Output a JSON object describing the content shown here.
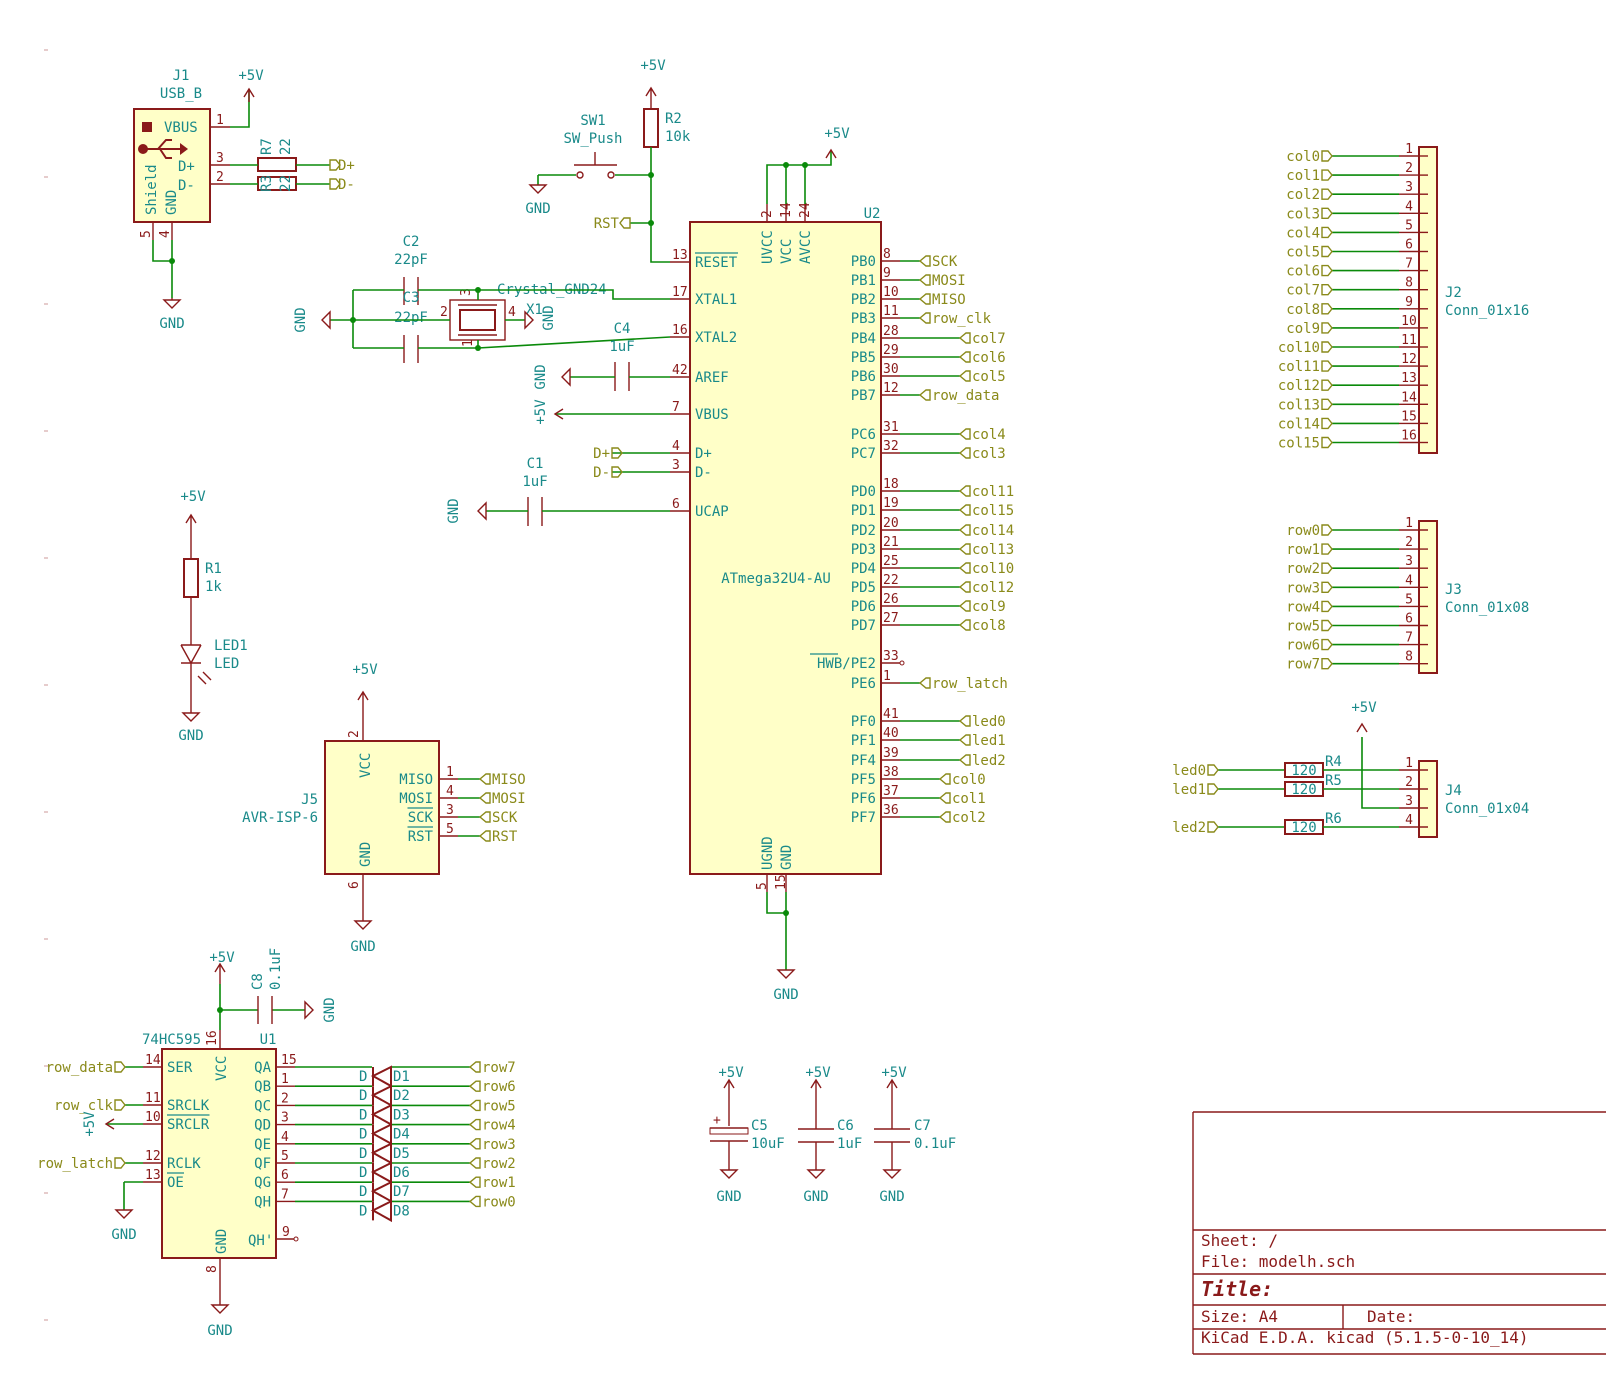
{
  "usb": {
    "ref": "J1",
    "value": "USB_B",
    "vbus": "VBUS",
    "dp": "D+",
    "dm": "D-",
    "shield": "Shield",
    "gnd": "GND",
    "pin1": "1",
    "pin2": "2",
    "pin3": "3",
    "pin4": "4",
    "pin5": "5"
  },
  "r7r3": {
    "r7": "R7",
    "r3": "R3",
    "v1": "22",
    "v2": "22",
    "dp": "D+",
    "dm": "D-"
  },
  "power": {
    "p5v": "+5V",
    "gnd": "GND"
  },
  "sw1": {
    "ref": "SW1",
    "value": "SW_Push",
    "rst": "RST"
  },
  "r2": {
    "ref": "R2",
    "value": "10k"
  },
  "c2": {
    "ref": "C2",
    "value": "22pF"
  },
  "c3": {
    "ref": "C3",
    "value": "22pF"
  },
  "x1": {
    "ref": "X1",
    "value": "Crystal_GND24",
    "p1": "1",
    "p2": "2",
    "p3": "3",
    "p4": "4"
  },
  "c4": {
    "ref": "C4",
    "value": "1uF"
  },
  "c1": {
    "ref": "C1",
    "value": "1uF"
  },
  "r1": {
    "ref": "R1",
    "value": "1k"
  },
  "led1": {
    "ref": "LED1",
    "value": "LED"
  },
  "u2": {
    "ref": "U2",
    "value": "ATmega32U4-AU",
    "top": [
      {
        "n": "UVCC",
        "num": "2"
      },
      {
        "n": "VCC",
        "num": "14"
      },
      {
        "n": "AVCC",
        "num": "24"
      }
    ],
    "left": [
      {
        "n": "RESET",
        "num": "13"
      },
      {
        "n": "XTAL1",
        "num": "17"
      },
      {
        "n": "XTAL2",
        "num": "16"
      },
      {
        "n": "AREF",
        "num": "42"
      },
      {
        "n": "VBUS",
        "num": "7"
      },
      {
        "n": "D+",
        "num": "4"
      },
      {
        "n": "D-",
        "num": "3"
      },
      {
        "n": "UCAP",
        "num": "6"
      }
    ],
    "right": [
      {
        "n": "PB0",
        "num": "8",
        "net": "SCK"
      },
      {
        "n": "PB1",
        "num": "9",
        "net": "MOSI"
      },
      {
        "n": "PB2",
        "num": "10",
        "net": "MISO"
      },
      {
        "n": "PB3",
        "num": "11",
        "net": "row_clk"
      },
      {
        "n": "PB4",
        "num": "28",
        "net": "col7"
      },
      {
        "n": "PB5",
        "num": "29",
        "net": "col6"
      },
      {
        "n": "PB6",
        "num": "30",
        "net": "col5"
      },
      {
        "n": "PB7",
        "num": "12",
        "net": "row_data"
      },
      {
        "n": "PC6",
        "num": "31",
        "net": "col4"
      },
      {
        "n": "PC7",
        "num": "32",
        "net": "col3"
      },
      {
        "n": "PD0",
        "num": "18",
        "net": "col11"
      },
      {
        "n": "PD1",
        "num": "19",
        "net": "col15"
      },
      {
        "n": "PD2",
        "num": "20",
        "net": "col14"
      },
      {
        "n": "PD3",
        "num": "21",
        "net": "col13"
      },
      {
        "n": "PD4",
        "num": "25",
        "net": "col10"
      },
      {
        "n": "PD5",
        "num": "22",
        "net": "col12"
      },
      {
        "n": "PD6",
        "num": "26",
        "net": "col9"
      },
      {
        "n": "PD7",
        "num": "27",
        "net": "col8"
      },
      {
        "n": "HWB/PE2",
        "num": "33",
        "net": ""
      },
      {
        "n": "PE6",
        "num": "1",
        "net": "row_latch"
      },
      {
        "n": "PF0",
        "num": "41",
        "net": "led0"
      },
      {
        "n": "PF1",
        "num": "40",
        "net": "led1"
      },
      {
        "n": "PF4",
        "num": "39",
        "net": "led2"
      },
      {
        "n": "PF5",
        "num": "38",
        "net": "col0"
      },
      {
        "n": "PF6",
        "num": "37",
        "net": "col1"
      },
      {
        "n": "PF7",
        "num": "36",
        "net": "col2"
      }
    ],
    "bottom": [
      {
        "n": "UGND",
        "num": "5"
      },
      {
        "n": "GND",
        "num": "15"
      }
    ]
  },
  "j2": {
    "ref": "J2",
    "value": "Conn_01x16",
    "nets": [
      "col0",
      "col1",
      "col2",
      "col3",
      "col4",
      "col5",
      "col6",
      "col7",
      "col8",
      "col9",
      "col10",
      "col11",
      "col12",
      "col13",
      "col14",
      "col15"
    ],
    "pins": [
      "1",
      "2",
      "3",
      "4",
      "5",
      "6",
      "7",
      "8",
      "9",
      "10",
      "11",
      "12",
      "13",
      "14",
      "15",
      "16"
    ]
  },
  "j3": {
    "ref": "J3",
    "value": "Conn_01x08",
    "nets": [
      "row0",
      "row1",
      "row2",
      "row3",
      "row4",
      "row5",
      "row6",
      "row7"
    ],
    "pins": [
      "1",
      "2",
      "3",
      "4",
      "5",
      "6",
      "7",
      "8"
    ]
  },
  "j4": {
    "ref": "J4",
    "value": "Conn_01x04",
    "pins": [
      "1",
      "2",
      "3",
      "4"
    ],
    "leds": [
      {
        "net": "led0",
        "r": "R4",
        "v": "120"
      },
      {
        "net": "led1",
        "r": "R5",
        "v": "120"
      },
      {
        "net": "led2",
        "r": "R6",
        "v": "120"
      }
    ]
  },
  "j5": {
    "ref": "J5",
    "value": "AVR-ISP-6",
    "vcc": "VCC",
    "gnd": "GND",
    "pins": [
      {
        "n": "MISO",
        "num": "1",
        "net": "MISO"
      },
      {
        "n": "MOSI",
        "num": "4",
        "net": "MOSI"
      },
      {
        "n": "SCK",
        "num": "3",
        "net": "SCK"
      },
      {
        "n": "RST",
        "num": "5",
        "net": "RST"
      }
    ],
    "pvcc": "2",
    "pgnd": "6"
  },
  "u1": {
    "ref": "U1",
    "value": "74HC595",
    "vcc": "VCC",
    "gnd": "GND",
    "left": [
      {
        "n": "SER",
        "num": "14",
        "net": "row_data"
      },
      {
        "n": "SRCLK",
        "num": "11",
        "net": "row_clk"
      },
      {
        "n": "SRCLR",
        "num": "10",
        "net": "+5V"
      },
      {
        "n": "RCLK",
        "num": "12",
        "net": "row_latch"
      },
      {
        "n": "OE",
        "num": "13",
        "net": ""
      }
    ],
    "right": [
      {
        "n": "QA",
        "num": "15",
        "net": "row7"
      },
      {
        "n": "QB",
        "num": "1",
        "net": "row6"
      },
      {
        "n": "QC",
        "num": "2",
        "net": "row5"
      },
      {
        "n": "QD",
        "num": "3",
        "net": "row4"
      },
      {
        "n": "QE",
        "num": "4",
        "net": "row3"
      },
      {
        "n": "QF",
        "num": "5",
        "net": "row2"
      },
      {
        "n": "QG",
        "num": "6",
        "net": "row1"
      },
      {
        "n": "QH",
        "num": "7",
        "net": "row0"
      }
    ],
    "qh2": "QH'",
    "qh2num": "9",
    "pvcc": "16",
    "pgnd": "8"
  },
  "diodes": {
    "refs": [
      "D1",
      "D2",
      "D3",
      "D4",
      "D5",
      "D6",
      "D7",
      "D8"
    ],
    "value": "D"
  },
  "c8": {
    "ref": "C8",
    "value": "0.1uF"
  },
  "c5": {
    "ref": "C5",
    "value": "10uF"
  },
  "c6": {
    "ref": "C6",
    "value": "1uF"
  },
  "c7": {
    "ref": "C7",
    "value": "0.1uF"
  },
  "titleblock": {
    "sheet": "Sheet: /",
    "file": "File: modelh.sch",
    "title": "Title:",
    "size": "Size: A4",
    "date": "Date:",
    "kicad": "KiCad E.D.A.  kicad (5.1.5-0-10_14)"
  }
}
